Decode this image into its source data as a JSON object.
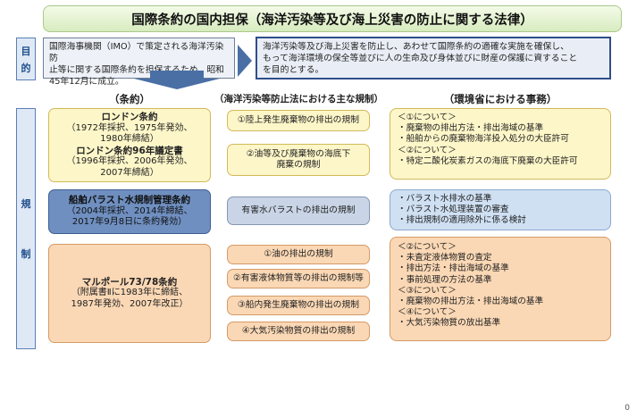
{
  "title": "国際条約の国内担保（海洋汚染等及び海上災害の防止に関する法律）",
  "side_purpose": [
    "目",
    "的"
  ],
  "side_regulation": [
    "規",
    "制"
  ],
  "purpose_left": [
    "国際海事機関（IMO）で策定される海洋汚染防",
    "止等に関する国際条約を担保するため、昭和",
    "45年12月に成立。"
  ],
  "purpose_right": [
    "海洋汚染等及び海上災害を防止し、あわせて国際条約の適確な実施を確保し、",
    "もって海洋環境の保全等並びに人の生命及び身体並びに財産の保護に資すること",
    "を目的とする。"
  ],
  "col_heads": [
    "（条約）",
    "（海洋汚染等防止法における主な規制）",
    "（環境省における事務）"
  ],
  "treaties": {
    "london": {
      "name1": "ロンドン条約",
      "detail1": [
        "（1972年採択、1975年発効、",
        "1980年締結）"
      ],
      "name2": "ロンドン条約96年議定書",
      "detail2": [
        "（1996年採択、2006年発効、",
        "2007年締結）"
      ]
    },
    "ballast": {
      "name": "船舶バラスト水規制管理条約",
      "detail": [
        "（2004年採択、2014年締結、",
        "2017年9月8日に条約発効）"
      ]
    },
    "marpol": {
      "name": "マルポール73/78条約",
      "detail": [
        "（附属書Ⅱに1983年に締結、",
        "1987年発効、2007年改正）"
      ]
    }
  },
  "regulations": [
    [
      "①陸上発生廃棄物の排出の規制"
    ],
    [
      "②油等及び廃棄物の海底下",
      "廃棄の規制"
    ],
    [
      "有害水バラストの排出の規制"
    ],
    [
      "①油の排出の規制"
    ],
    [
      "②有害液体物質等の排出の規制等"
    ],
    [
      "③船内発生廃棄物の排出の規制"
    ],
    [
      "④大気汚染物質の排出の規制"
    ]
  ],
  "duties_london": [
    "＜①について＞",
    "・廃棄物の排出方法・排出海域の基準",
    "・船舶からの廃棄物海洋投入処分の大臣許可",
    "＜②について＞",
    "・特定二酸化炭素ガスの海底下廃棄の大臣許可"
  ],
  "duties_ballast": [
    "・バラスト水排水の基準",
    "・バラスト水処理装置の審査",
    "・排出規制の適用除外に係る検討"
  ],
  "duties_marpol": [
    "＜②について＞",
    "・未査定液体物質の査定",
    "・排出方法・排出海域の基準",
    "・事前処理の方法の基準",
    "＜③について＞",
    "・廃棄物の排出方法・排出海域の基準",
    "＜④について＞",
    "・大気汚染物質の放出基準"
  ],
  "page_number": "0",
  "colors": {
    "arrow": "#4a6fa5",
    "title_border": "#a9c98a"
  }
}
